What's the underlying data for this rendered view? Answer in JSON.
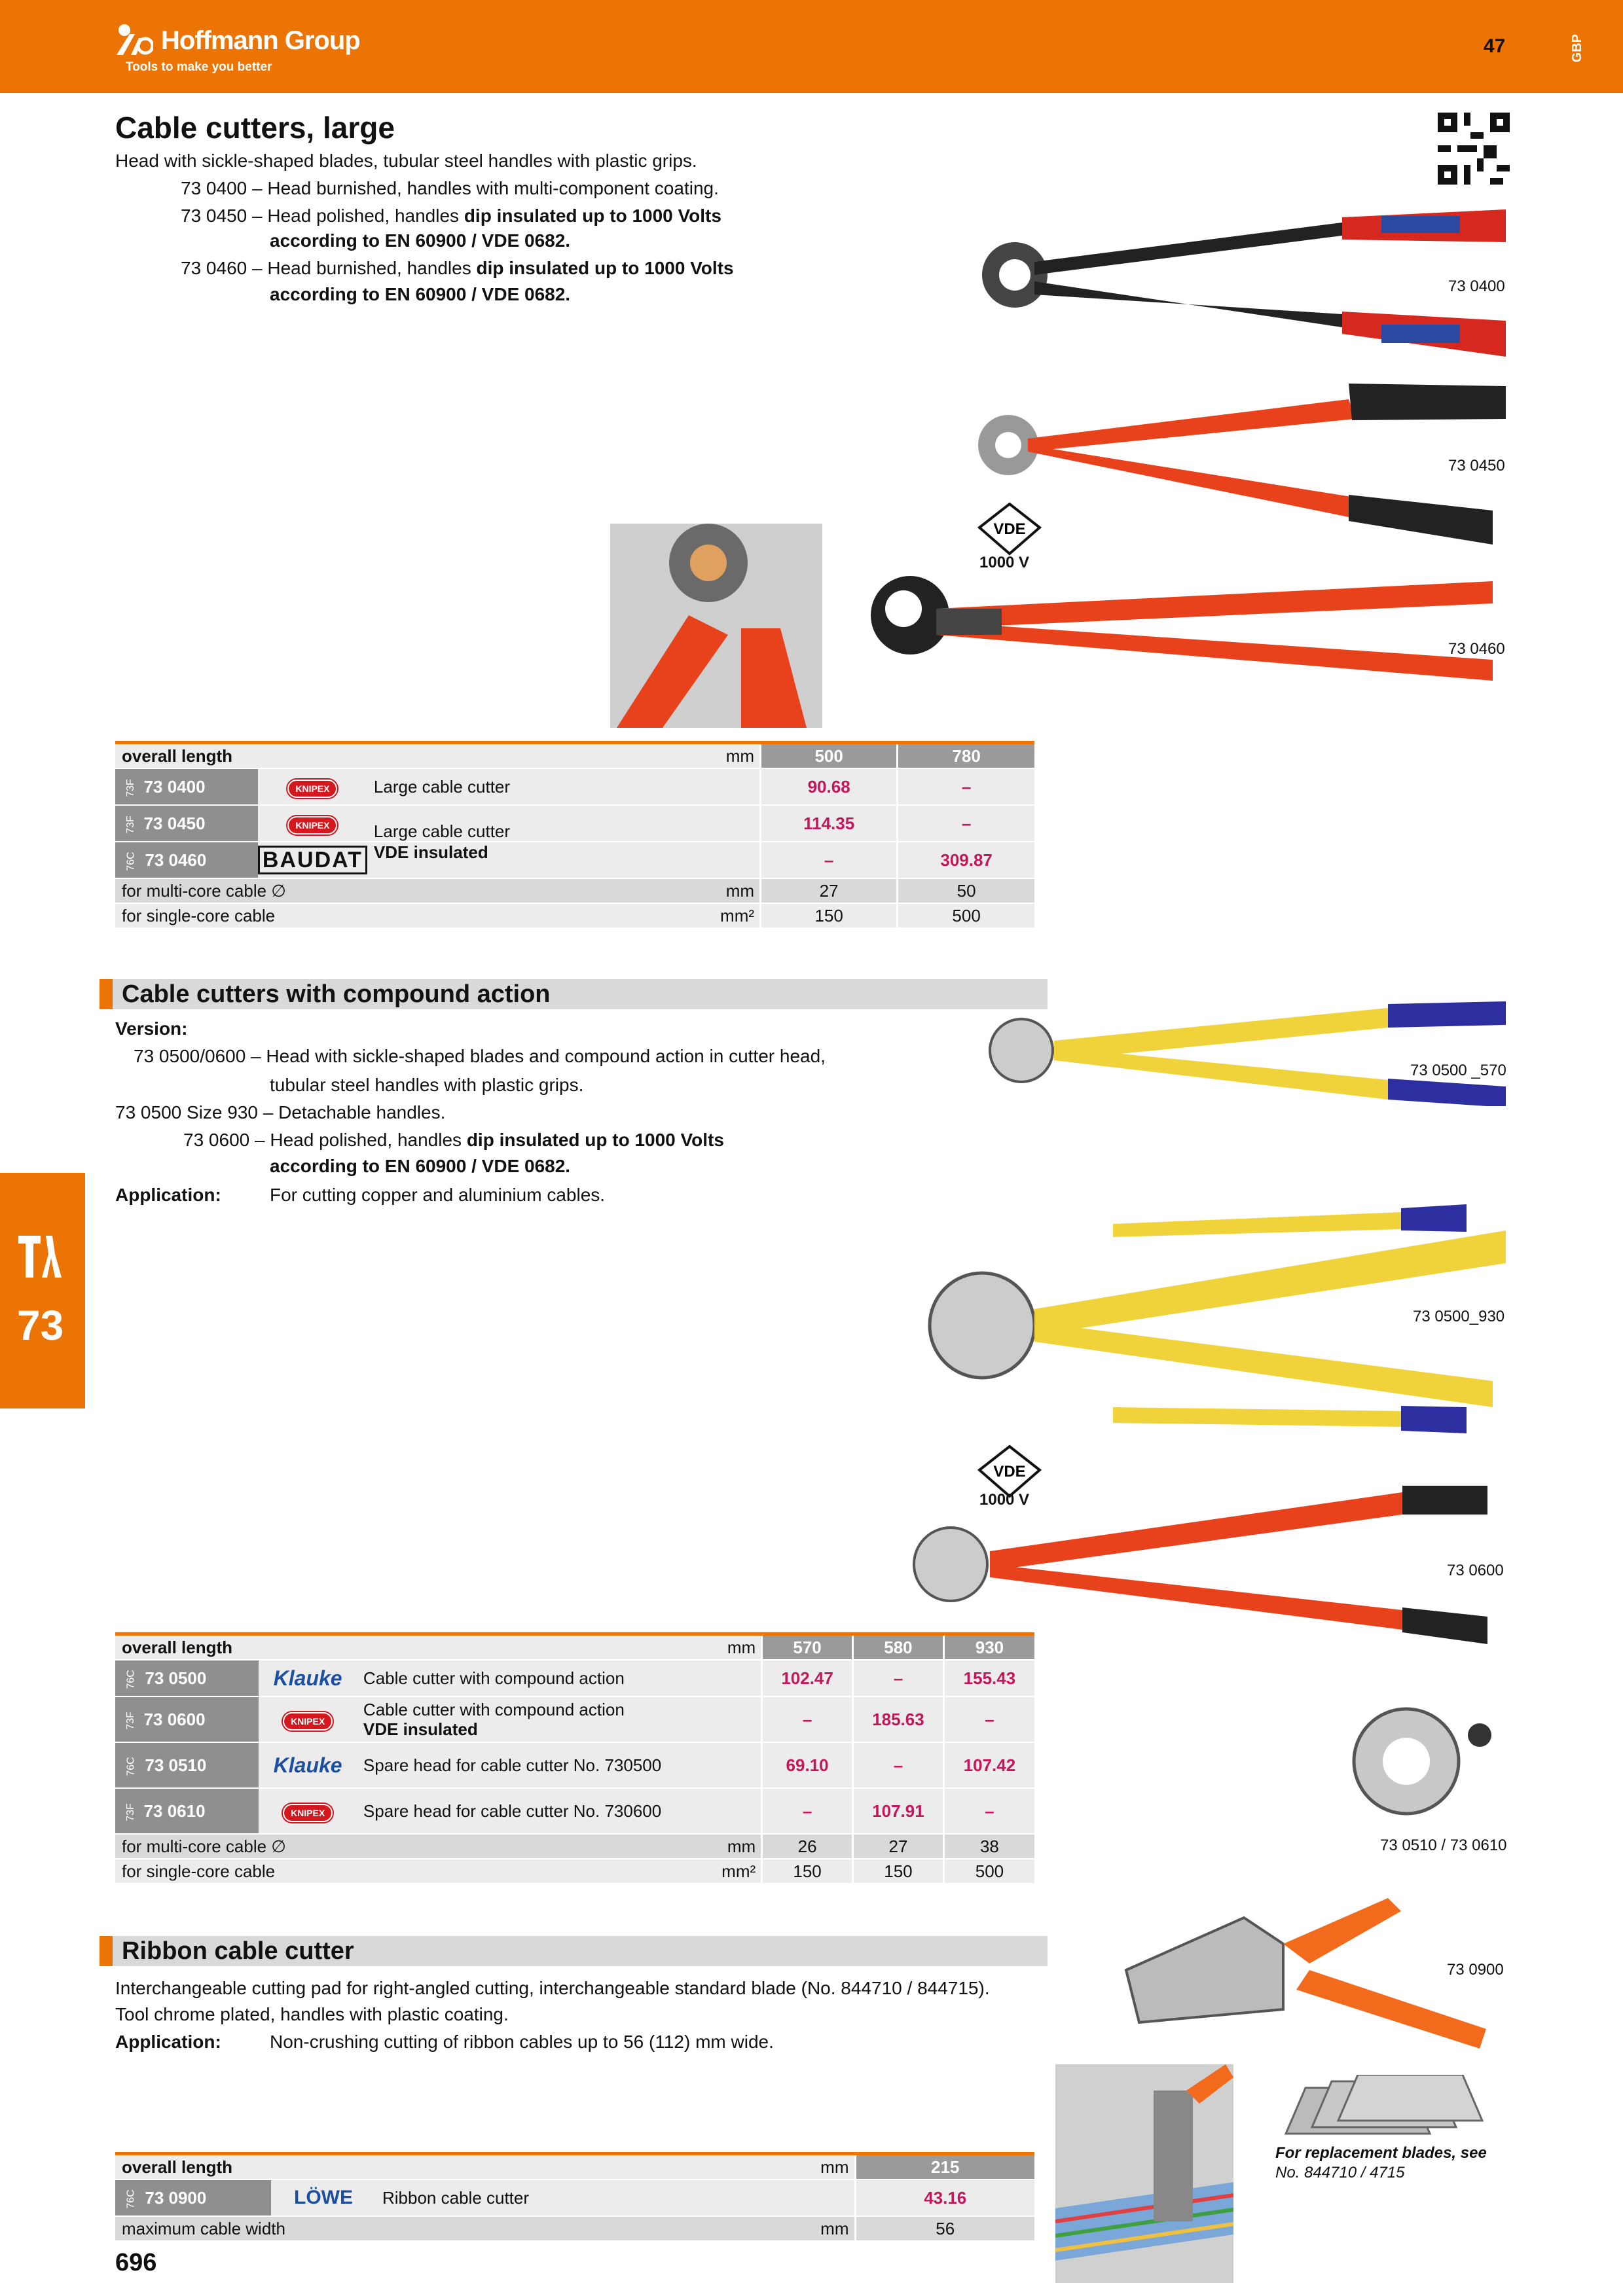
{
  "header": {
    "brand": "Hoffmann Group",
    "tagline": "Tools to make you better",
    "page_number": "47",
    "lang_code": "GBP",
    "accent_color": "#ec7404"
  },
  "section1": {
    "title": "Cable cutters, large",
    "intro": "Head with sickle-shaped blades, tubular steel handles with plastic grips.",
    "items": [
      {
        "code": "73 0400 –",
        "text": "Head burnished, handles with multi-component coating.",
        "bold": "",
        "line2": ""
      },
      {
        "code": "73 0450 –",
        "text": "Head polished, handles ",
        "bold": "dip insulated up to 1000 Volts",
        "line2": "according to EN 60900 / VDE 0682."
      },
      {
        "code": "73 0460 –",
        "text": "Head burnished, handles ",
        "bold": "dip insulated up to 1000 Volts",
        "line2": "according to EN 60900 / VDE 0682."
      }
    ],
    "image_labels": [
      "73 0400",
      "73 0450",
      "73 0460"
    ],
    "vde_label": "1000 V",
    "table": {
      "head_label": "overall length",
      "head_unit": "mm",
      "columns": [
        "500",
        "780"
      ],
      "rows": [
        {
          "prefix": "73F",
          "art": "73 0400",
          "brand": "KNIPEX",
          "desc1": "Large cable cutter",
          "desc2": "",
          "prices": [
            "90.68",
            "–"
          ]
        },
        {
          "prefix": "73F",
          "art": "73 0450",
          "brand": "KNIPEX",
          "desc1": "Large cable cutter",
          "desc2": "VDE insulated",
          "prices": [
            "114.35",
            "–"
          ]
        },
        {
          "prefix": "76C",
          "art": "73 0460",
          "brand": "BAUDAT",
          "desc1": "",
          "desc2": "",
          "prices": [
            "–",
            "309.87"
          ]
        }
      ],
      "footer": [
        {
          "label": "for multi-core cable ∅",
          "unit": "mm",
          "values": [
            "27",
            "50"
          ]
        },
        {
          "label": "for single-core cable",
          "unit": "mm²",
          "values": [
            "150",
            "500"
          ]
        }
      ]
    }
  },
  "section2": {
    "title": "Cable cutters with compound action",
    "version_label": "Version:",
    "lines": [
      {
        "code": "73 0500/0600 –",
        "text": "Head with sickle-shaped blades and compound action in cutter head,"
      },
      {
        "code": "",
        "text": "tubular steel handles with plastic grips."
      },
      {
        "code": "73 0500 Size 930 –",
        "text": "Detachable handles."
      },
      {
        "code": "73 0600 –",
        "text": "Head polished, handles ",
        "bold": "dip insulated up to 1000 Volts"
      },
      {
        "code": "",
        "text": "",
        "bold": "according to EN 60900 / VDE 0682."
      }
    ],
    "application_label": "Application:",
    "application_text": "For cutting copper and aluminium cables.",
    "image_labels": [
      "73 0500 _570",
      "73 0500_930",
      "73 0600",
      "73 0510 / 73 0610"
    ],
    "vde_label": "1000 V",
    "table": {
      "head_label": "overall length",
      "head_unit": "mm",
      "columns": [
        "570",
        "580",
        "930"
      ],
      "rows": [
        {
          "prefix": "76C",
          "art": "73 0500",
          "brand": "Klauke",
          "desc1": "Cable cutter with compound action",
          "desc2": "",
          "prices": [
            "102.47",
            "–",
            "155.43"
          ]
        },
        {
          "prefix": "73F",
          "art": "73 0600",
          "brand": "KNIPEX",
          "desc1": "Cable cutter with compound action",
          "desc2": "VDE insulated",
          "prices": [
            "–",
            "185.63",
            "–"
          ]
        },
        {
          "prefix": "76C",
          "art": "73 0510",
          "brand": "Klauke",
          "desc1": "Spare head for cable cutter No. 730500",
          "desc2": "",
          "prices": [
            "69.10",
            "–",
            "107.42"
          ]
        },
        {
          "prefix": "73F",
          "art": "73 0610",
          "brand": "KNIPEX",
          "desc1": "Spare head for cable cutter No. 730600",
          "desc2": "",
          "prices": [
            "–",
            "107.91",
            "–"
          ]
        }
      ],
      "footer": [
        {
          "label": "for multi-core cable ∅",
          "unit": "mm",
          "values": [
            "26",
            "27",
            "38"
          ]
        },
        {
          "label": "for single-core cable",
          "unit": "mm²",
          "values": [
            "150",
            "150",
            "500"
          ]
        }
      ]
    }
  },
  "section3": {
    "title": "Ribbon cable cutter",
    "line1": "Interchangeable cutting pad for right-angled cutting, interchangeable standard blade (No. 844710 / 844715).",
    "line2": "Tool chrome plated, handles with plastic coating.",
    "application_label": "Application:",
    "application_text": "Non-crushing cutting of ribbon cables up to 56 (112) mm wide.",
    "image_label": "73 0900",
    "replacement_note1": "For replacement blades, see",
    "replacement_note2": "No. 844710 / 4715",
    "table": {
      "head_label": "overall length",
      "head_unit": "mm",
      "columns": [
        "215"
      ],
      "rows": [
        {
          "prefix": "76C",
          "art": "73 0900",
          "brand": "LÖWE",
          "desc1": "Ribbon cable cutter",
          "desc2": "",
          "prices": [
            "43.16"
          ]
        }
      ],
      "footer": [
        {
          "label": "maximum cable width",
          "unit": "mm",
          "values": [
            "56"
          ]
        }
      ]
    }
  },
  "side_tab": {
    "number": "73",
    "icon": "tools-icon"
  },
  "qr_icon": "qr-code-icon",
  "page_footer": "696"
}
